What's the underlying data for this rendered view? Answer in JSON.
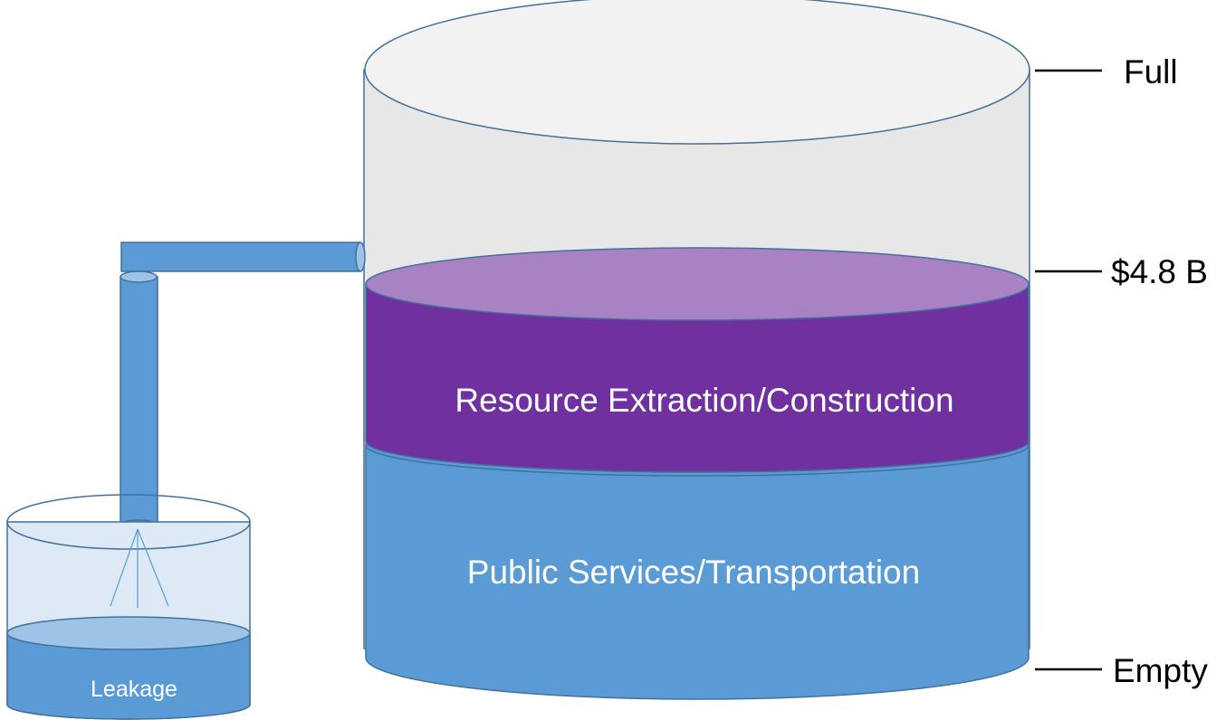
{
  "diagram": {
    "tank_layers": [
      {
        "label": "Resource Extraction/Construction",
        "color": "#7030a0"
      },
      {
        "label": "Public Services/Transportation",
        "color": "#5b9bd5"
      }
    ],
    "level_markers": [
      {
        "label": "Full"
      },
      {
        "label": "$4.8 B"
      },
      {
        "label": "Empty"
      }
    ],
    "leakage_bucket": {
      "label": "Leakage"
    },
    "colors": {
      "tank_outline": "#41719c",
      "empty_tank": "#e7e7e7",
      "tank_top": "#f2f2f2",
      "purple_layer": "#7030a0",
      "purple_surface": "#a982c4",
      "blue_layer": "#5b9bd5",
      "pipe": "#5b9bd5",
      "bucket_water_surface": "#9dc3e6"
    }
  }
}
